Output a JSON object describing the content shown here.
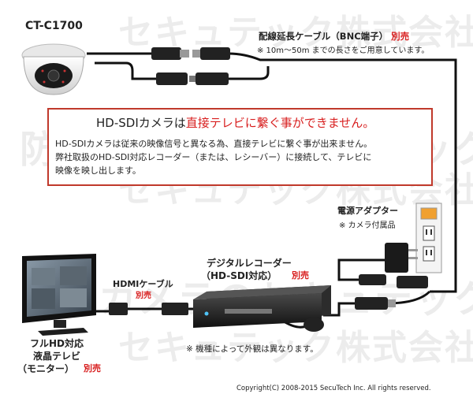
{
  "camera_model": "CT-C1700",
  "cable": {
    "title": "配線延長ケーブル（BNC端子）",
    "tag": "別売",
    "note": "※ 10m～50m までの長さをご用意しています。"
  },
  "notice": {
    "headline_prefix": "HD-SDIカメラは",
    "headline_emphasis": "直接テレビに繋ぐ事ができません。",
    "body_line1": "HD-SDIカメラは従来の映像信号と異なる為、直接テレビに繋ぐ事が出来ません。",
    "body_line2": "弊社取扱のHD-SDI対応レコーダー（または、レシーバー）に接続して、テレビに",
    "body_line3": "映像を映し出します。"
  },
  "adapter": {
    "title": "電源アダプター",
    "note": "※ カメラ付属品"
  },
  "recorder": {
    "line1": "デジタルレコーダー",
    "line2": "（HD-SDI対応）",
    "tag": "別売"
  },
  "hdmi": {
    "label": "HDMIケーブル",
    "tag": "別売"
  },
  "monitor": {
    "line1": "フルHD対応",
    "line2": "液晶テレビ",
    "line3": "（モニター）",
    "tag": "別売"
  },
  "appearance_note": "※ 機種によって外観は異なります。",
  "copyright": "Copyright(C) 2008-2015 SecuTech Inc. All rights reserved.",
  "watermark": {
    "line1": "セキュテック株式会社",
    "line2": "防犯カメラのセキュテック"
  },
  "colors": {
    "accent_red": "#d81e1e",
    "outlet_orange": "#f0a030",
    "cable": "#111111"
  }
}
